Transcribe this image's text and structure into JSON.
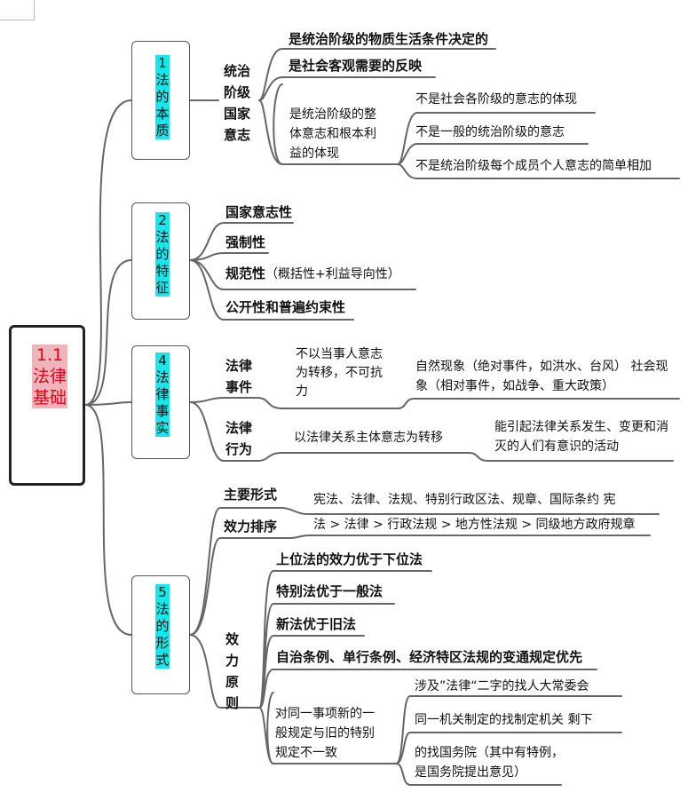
{
  "root": {
    "label": "1.1法律基础"
  },
  "branches": [
    {
      "label": "1法的本质",
      "topic": "统治阶级国家意志",
      "items": [
        "是统治阶级的物质生活条件决定的",
        "是社会客观需要的反映"
      ],
      "sub": {
        "label": "是统治阶级的整体意志和根本利益的体现",
        "items": [
          "不是社会各阶级的意志的体现",
          "不是一般的统治阶级的意志",
          "不是统治阶级每个成员个人意志的简单相加"
        ]
      }
    },
    {
      "label": "2法的特征",
      "items": [
        {
          "main": "国家意志性",
          "note": ""
        },
        {
          "main": "强制性",
          "note": ""
        },
        {
          "main": "规范性",
          "note": "（概括性+利益导向性）"
        },
        {
          "main": "公开性和普遍约束性",
          "note": ""
        }
      ]
    },
    {
      "label": "4法律事实",
      "items": [
        {
          "main": "法律事件",
          "sub": "不以当事人意志为转移，不可抗力",
          "detail": "自然现象（绝对事件，如洪水、台风） 社会现象（相对事件，如战争、重大政策）"
        },
        {
          "main": "法律行为",
          "sub": "以法律关系主体意志为转移",
          "detail": "能引起法律关系发生、变更和消灭的人们有意识的活动"
        }
      ]
    },
    {
      "label": "5法的形式",
      "main_forms": {
        "label": "主要形式",
        "value": "宪法、法律、法规、特别行政区法、规章、国际条约  宪"
      },
      "hierarchy": {
        "label": "效力排序",
        "value": "法 > 法律 > 行政法规 > 地方性法规 > 同级地方政府规章"
      },
      "principles": {
        "label": "效力原则",
        "items": [
          "上位法的效力优于下位法",
          "特别法优于一般法",
          "新法优于旧法",
          "自治条例、单行条例、经济特区法规的变通规定优先"
        ],
        "sub": {
          "label": "对同一事项新的一般规定与旧的特别规定不一致",
          "items": [
            "涉及”法律“二字的找人大常委会",
            "同一机关制定的找制定机关  剩下",
            "的找国务院（其中有特例，是国务院提出意见）"
          ]
        }
      }
    }
  ]
}
